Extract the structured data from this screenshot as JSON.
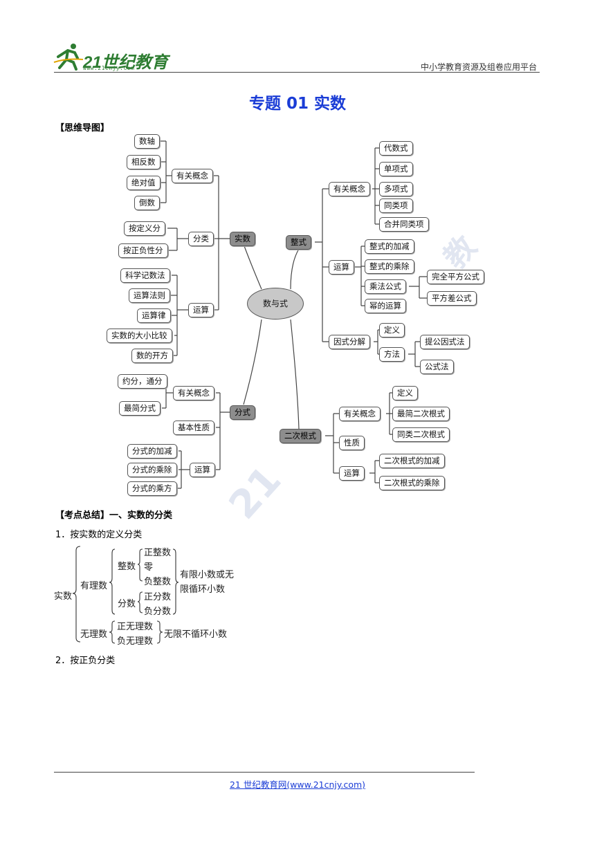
{
  "header": {
    "logo_text": "21世纪教育",
    "logo_url": "www.21cnjy.com",
    "platform": "中小学教育资源及组卷应用平台"
  },
  "title": "专题 01  实数",
  "mindmap": {
    "section_label": "【思维导图】",
    "center": "数与式",
    "shishu": {
      "label": "实数",
      "concept": {
        "label": "有关概念",
        "items": [
          "数轴",
          "相反数",
          "绝对值",
          "倒数"
        ]
      },
      "classify": {
        "label": "分类",
        "items": [
          "按定义分",
          "按正负性分"
        ]
      },
      "ops": {
        "label": "运算",
        "items": [
          "科学记数法",
          "运算法则",
          "运算律",
          "实数的大小比较",
          "数的开方"
        ]
      }
    },
    "fenshi": {
      "label": "分式",
      "concept": {
        "label": "有关概念",
        "items": [
          "约分，通分",
          "最简分式"
        ]
      },
      "property": "基本性质",
      "ops": {
        "label": "运算",
        "items": [
          "分式的加减",
          "分式的乘除",
          "分式的乘方"
        ]
      }
    },
    "zhengshi": {
      "label": "整式",
      "concept": {
        "label": "有关概念",
        "items": [
          "代数式",
          "单项式",
          "多项式",
          "同类项",
          "合并同类项"
        ]
      },
      "ops": {
        "label": "运算",
        "items": [
          "整式的加减",
          "整式的乘除",
          "乘法公式",
          "幂的运算"
        ],
        "formulas": [
          "完全平方公式",
          "平方差公式"
        ]
      },
      "factor": {
        "label": "因式分解",
        "definition": "定义",
        "method": "方法",
        "methods": [
          "提公因式法",
          "公式法"
        ]
      }
    },
    "genshi": {
      "label": "二次根式",
      "concept": {
        "label": "有关概念",
        "items": [
          "定义",
          "最简二次根式",
          "同类二次根式"
        ]
      },
      "property": "性质",
      "ops": {
        "label": "运算",
        "items": [
          "二次根式的加减",
          "二次根式的乘除"
        ]
      }
    }
  },
  "summary": {
    "label": "【考点总结】一、实数的分类",
    "item1": "1．按实数的定义分类",
    "item2": "2．按正负分类",
    "classification": {
      "root": "实数",
      "rational": "有理数",
      "integer": "整数",
      "int_items": [
        "正整数",
        "零",
        "负整数"
      ],
      "fraction": "分数",
      "frac_items": [
        "正分数",
        "负分数"
      ],
      "rational_desc": [
        "有限小数或无",
        "限循环小数"
      ],
      "irrational": "无理数",
      "irr_items": [
        "正无理数",
        "负无理数"
      ],
      "irr_desc": "无限不循环小数"
    }
  },
  "footer": {
    "link": "21 世纪教育网(www.21cnjy.com)"
  }
}
